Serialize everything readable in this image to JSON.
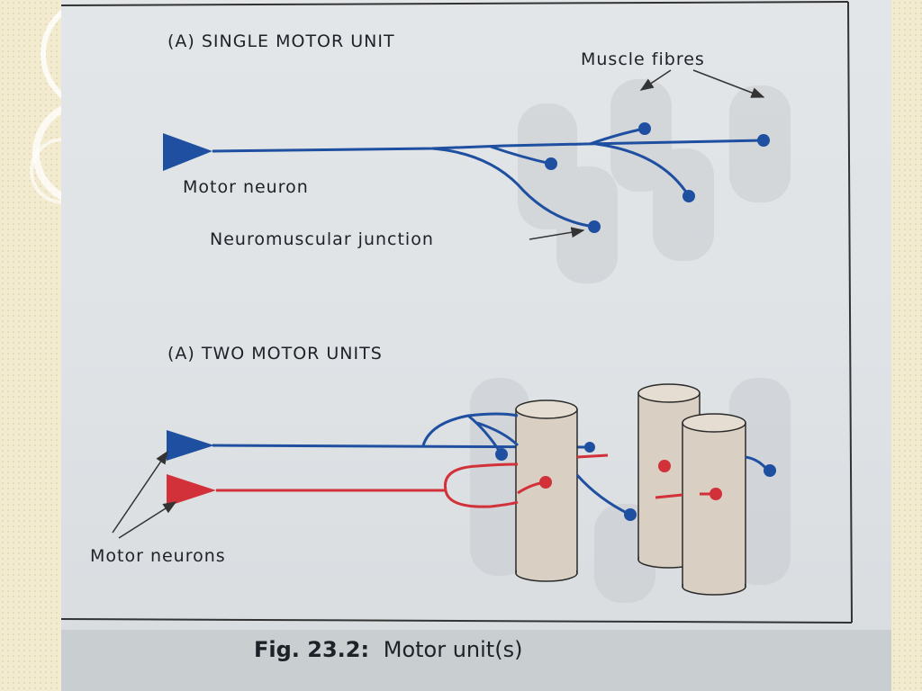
{
  "figure": {
    "panel_a_title": "(A) SINGLE MOTOR UNIT",
    "panel_b_title": "(A) TWO MOTOR UNITS",
    "label_muscle_fibres": "Muscle fibres",
    "label_motor_neuron": "Motor neuron",
    "label_neuromuscular_junction": "Neuromuscular junction",
    "label_motor_neurons": "Motor neurons",
    "caption_prefix": "Fig. 23.2:",
    "caption_text": "Motor unit(s)"
  },
  "colors": {
    "neuron_blue": "#1f4fa0",
    "neuron_red": "#d2313a",
    "fibre_fill": "#d9cfc3",
    "fibre_top": "#e6ddd2",
    "fibre_stroke": "#2a2a2a",
    "ghost_fibre": "#c4c8cc"
  }
}
